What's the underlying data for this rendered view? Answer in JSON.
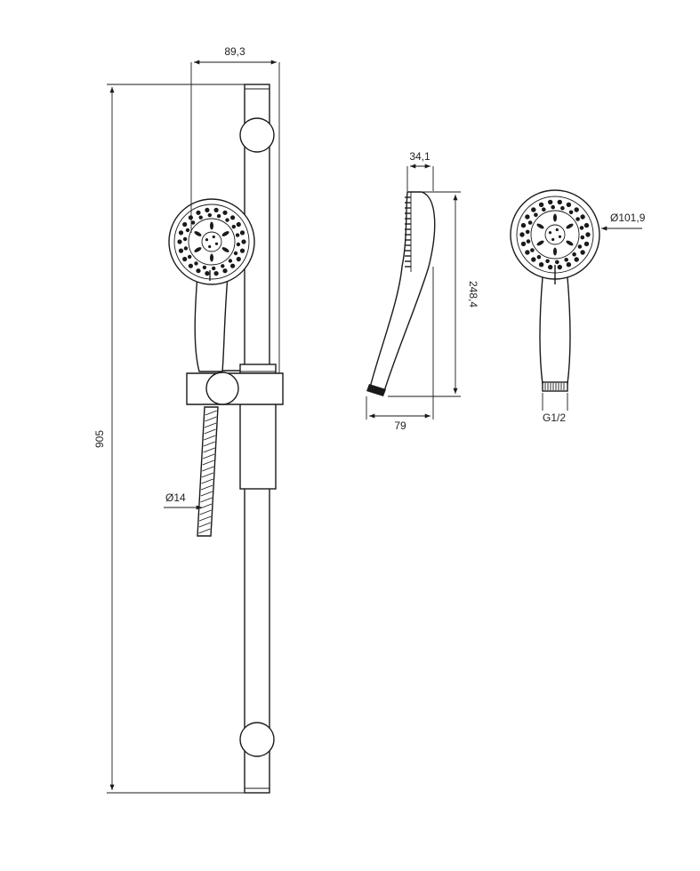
{
  "dimensions": {
    "rail_projection": "89,3",
    "rail_height": "905",
    "hose_diameter": "Ø14",
    "head_depth": "34,1",
    "handshower_length": "248,4",
    "handshower_reach": "79",
    "head_diameter": "Ø101,9",
    "connection_thread": "G1/2"
  }
}
